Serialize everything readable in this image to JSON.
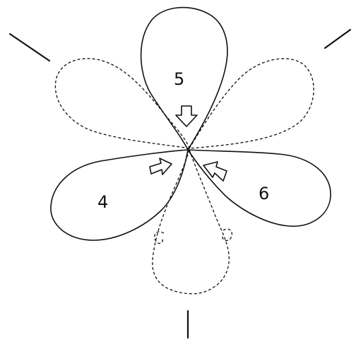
{
  "petal_labels": {
    "p4": "4",
    "p5": "5",
    "p6": "6"
  },
  "colors": {
    "ink": "#111111",
    "background": "#ffffff"
  },
  "line_styles": {
    "front_petals": "solid",
    "back_petals": "dashed"
  }
}
